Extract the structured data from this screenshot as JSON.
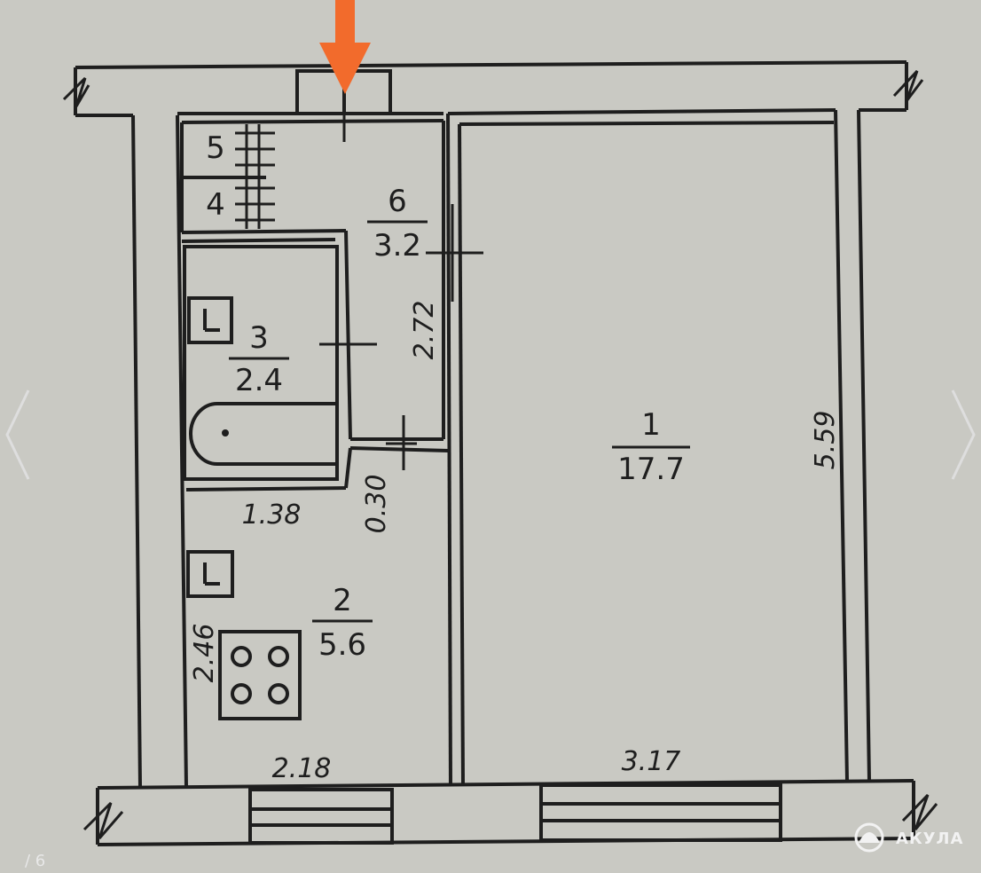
{
  "rooms": [
    {
      "id": "1",
      "area": "17.7"
    },
    {
      "id": "2",
      "area": "5.6"
    },
    {
      "id": "3",
      "area": "2.4"
    },
    {
      "id": "6",
      "area": "3.2"
    }
  ],
  "closets": [
    "5",
    "4"
  ],
  "dimensions": {
    "living_width": "3.17",
    "living_length": "5.59",
    "kitchen_width": "2.18",
    "kitchen_length": "2.46",
    "bath_width": "1.38",
    "hall_length": "2.72",
    "gap": "0.30"
  },
  "watermark": {
    "brand": "АКУЛА",
    "page": "/ 6"
  },
  "colors": {
    "paper": "#c9c9c3",
    "ink": "#1e1e1e",
    "arrow": "#f26b2c"
  }
}
